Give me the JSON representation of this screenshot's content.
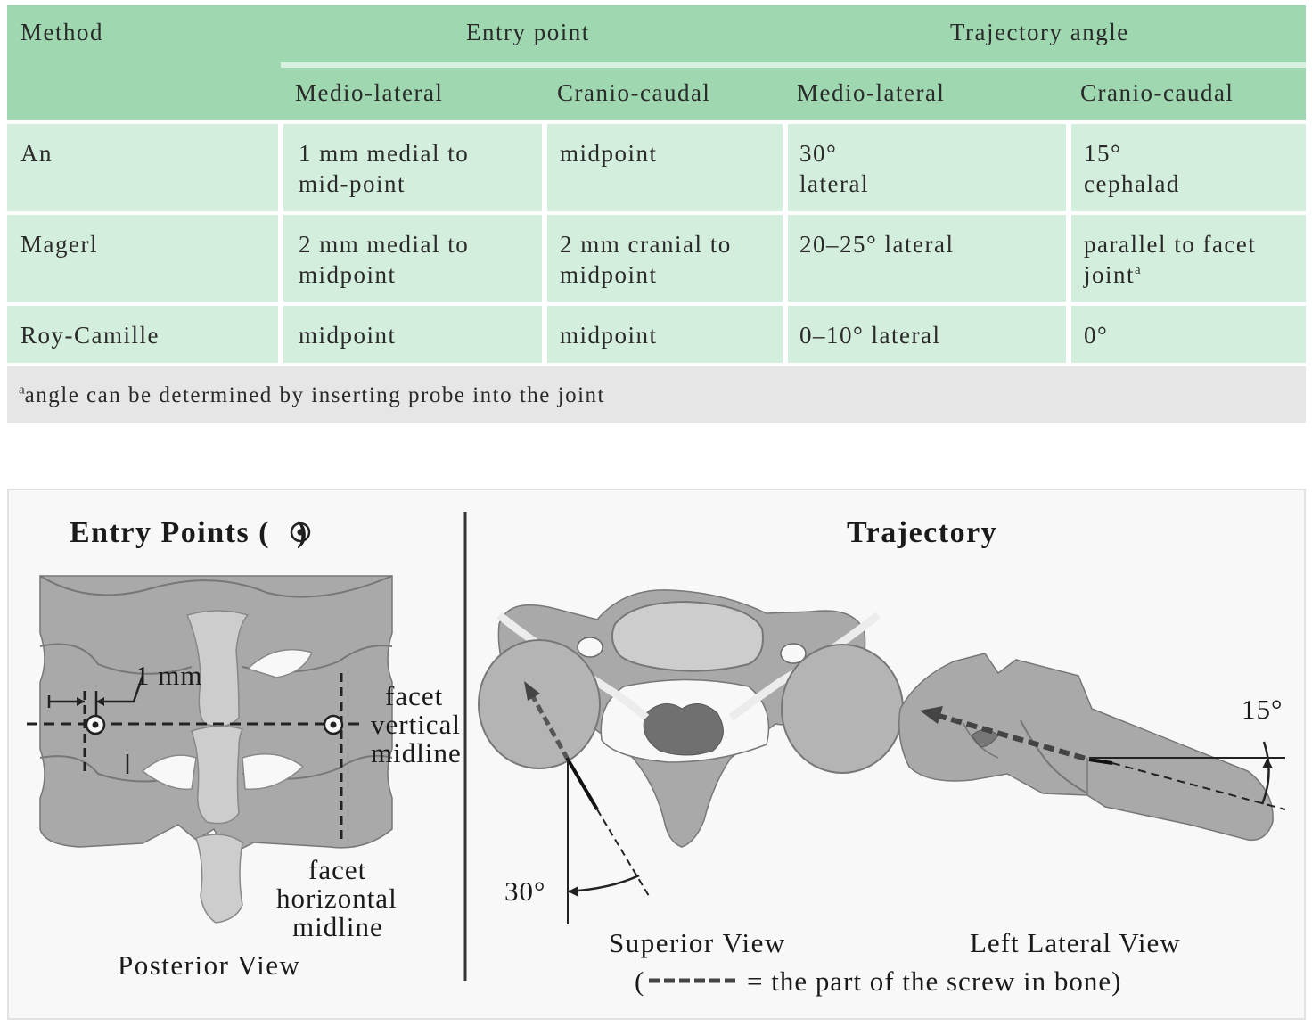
{
  "table": {
    "headers": {
      "method": "Method",
      "entry_point": "Entry point",
      "trajectory_angle": "Trajectory angle",
      "entry_ml": "Medio-lateral",
      "entry_cc": "Cranio-caudal",
      "traj_ml": "Medio-lateral",
      "traj_cc": "Cranio-caudal"
    },
    "rows": [
      {
        "method": "An",
        "entry_ml": [
          "1 mm medial to",
          "mid-point"
        ],
        "entry_cc": [
          "midpoint"
        ],
        "traj_ml": [
          "30°",
          "lateral"
        ],
        "traj_cc": [
          "15°",
          "cephalad"
        ]
      },
      {
        "method": "Magerl",
        "entry_ml": [
          "2 mm medial to",
          "midpoint"
        ],
        "entry_cc": [
          "2 mm cranial to",
          "midpoint"
        ],
        "traj_ml": [
          "20–25° lateral"
        ],
        "traj_cc": [
          "parallel to facet",
          "joint"
        ],
        "traj_cc_sup": "a"
      },
      {
        "method": "Roy-Camille",
        "entry_ml": [
          "midpoint"
        ],
        "entry_cc": [
          "midpoint"
        ],
        "traj_ml": [
          "0–10° lateral"
        ],
        "traj_cc": [
          "0°"
        ]
      }
    ],
    "footnote_mark": "a",
    "footnote": "angle can be determined by inserting probe into the joint"
  },
  "figure": {
    "entry_title": "Entry Points (",
    "entry_title_close": ")",
    "trajectory_title": "Trajectory",
    "label_1mm": "1 mm",
    "label_facet_vertical": [
      "facet",
      "vertical",
      "midline"
    ],
    "label_facet_horizontal": [
      "facet",
      "horizontal",
      "midline"
    ],
    "posterior_view": "Posterior View",
    "superior_view": "Superior View",
    "left_lateral_view": "Left Lateral View",
    "angle_30": "30°",
    "angle_15": "15°",
    "legend_open": "(",
    "legend_text": "= the part of the screw in bone)"
  },
  "colors": {
    "header_bg": "#9fd8b0",
    "cell_bg": "#d3eedc",
    "footnote_bg": "#e6e6e6",
    "bone_fill": "#a9a9a9",
    "bone_light": "#cdcdcd",
    "canal_fill": "#d6d6d6",
    "cord_fill": "#707070"
  }
}
